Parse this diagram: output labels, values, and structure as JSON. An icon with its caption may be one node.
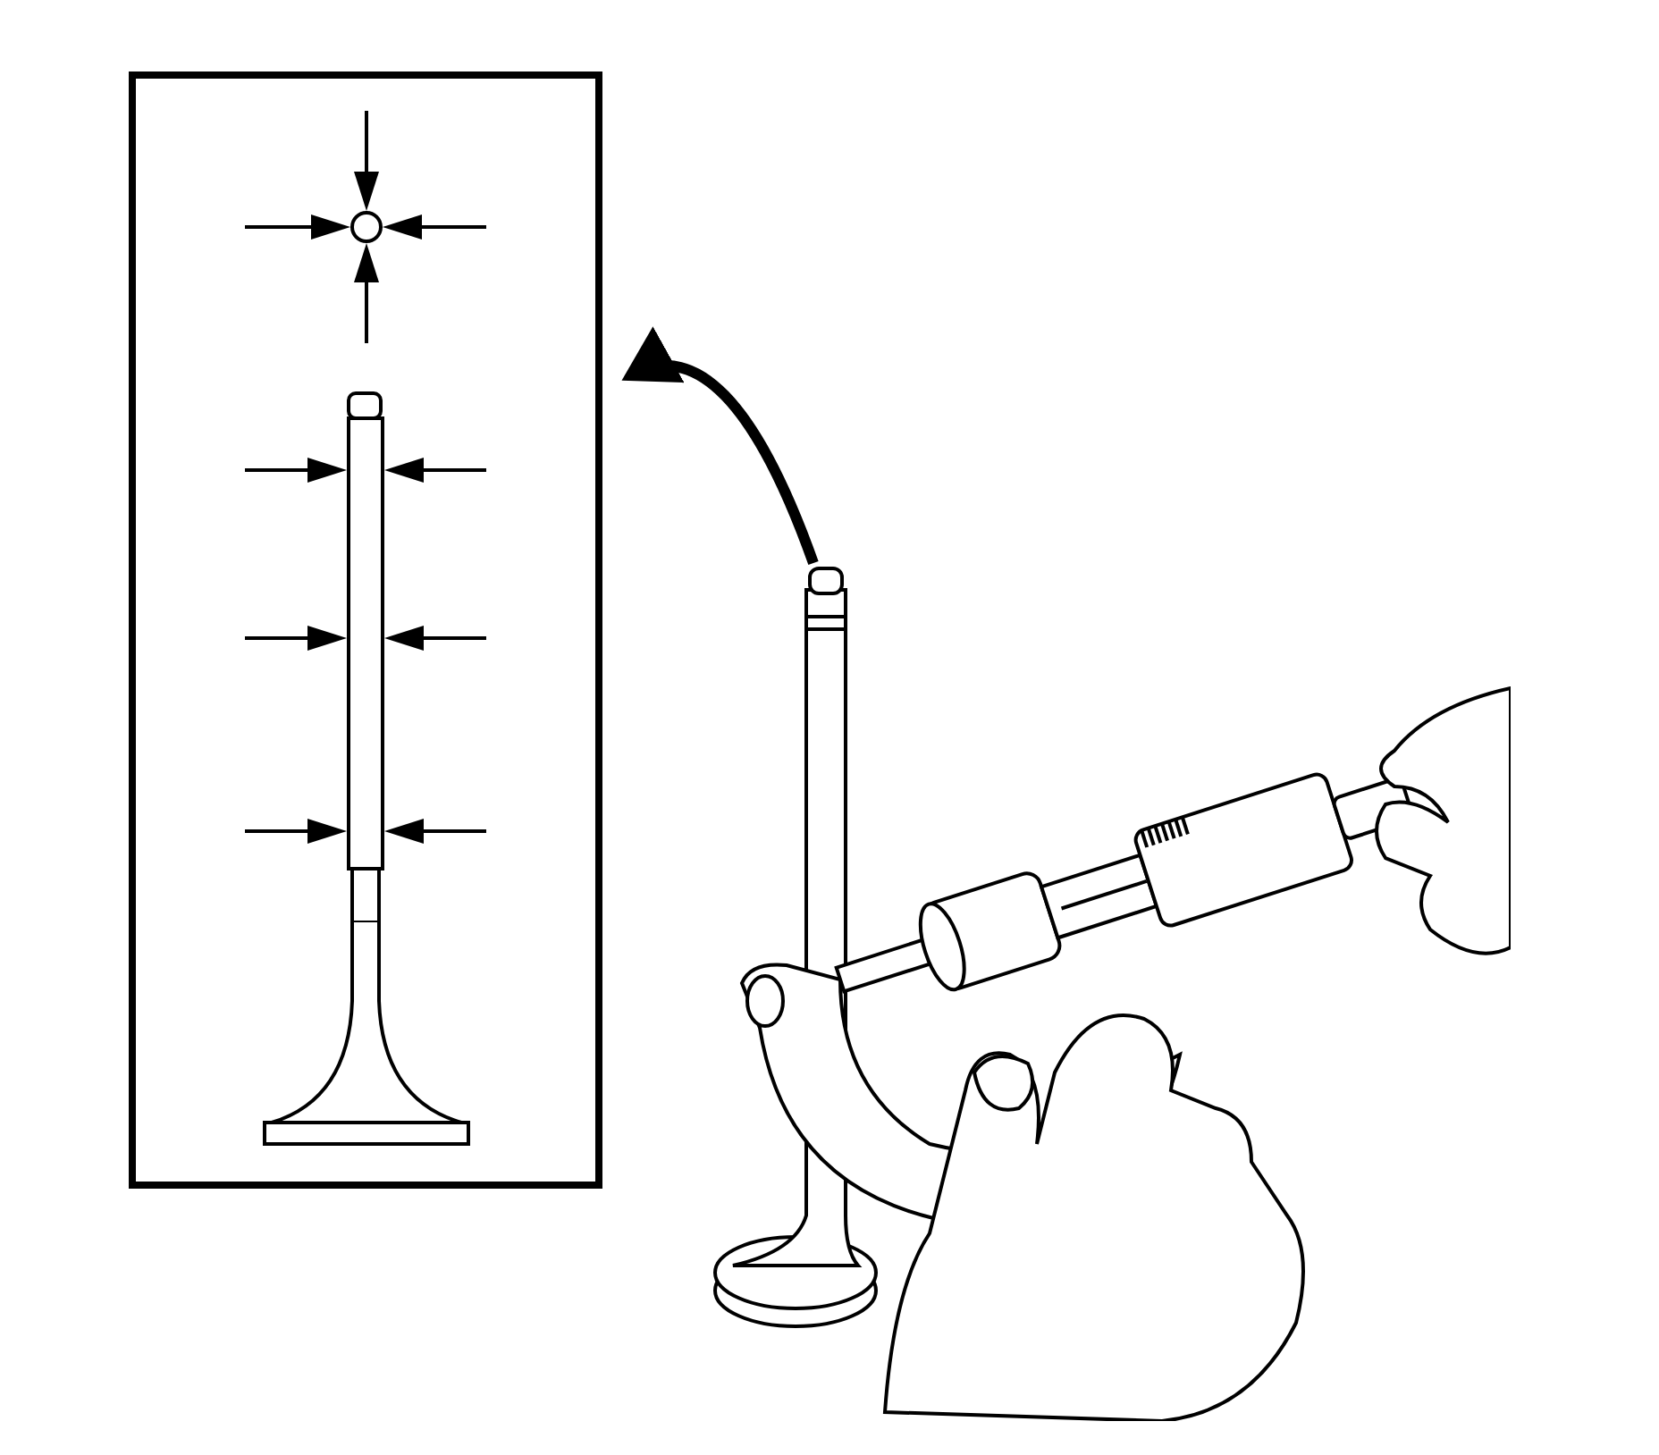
{
  "diagram": {
    "nodes": [
      {
        "text": [],
        "shape": "box"
      },
      {
        "text": [],
        "shape": "picture"
      }
    ],
    "edges": [
      {
        "from": 1,
        "to": 0,
        "arrow": "to"
      }
    ]
  }
}
